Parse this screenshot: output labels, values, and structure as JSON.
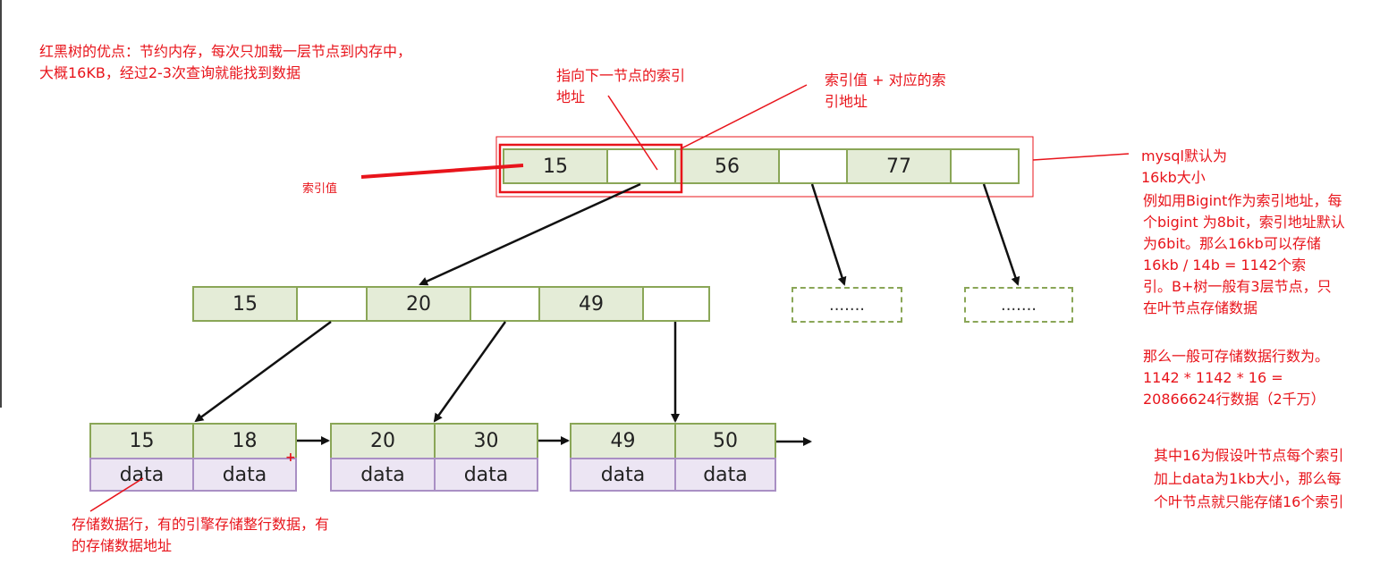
{
  "notes": {
    "top_left": [
      "红黑树的优点：节约内存，每次只加载一层节点到内存中，",
      "大概16KB，经过2-3次查询就能找到数据"
    ],
    "pointer_addr": [
      "指向下一节点的索引",
      "地址"
    ],
    "index_value_addr": [
      "索引值 + 对应的索",
      "引地址"
    ],
    "index_value": "索引值",
    "mysql_default": [
      "mysql默认为",
      "16kb大小"
    ],
    "calc": [
      "例如用Bigint作为索引地址，每",
      "个bigint 为8bit，索引地址默认",
      "为6bit。那么16kb可以存储",
      "16kb / 14b = 1142个索",
      "引。B+树一般有3层节点，只",
      "在叶节点存储数据",
      "",
      "那么一般可存储数据行数为。",
      "1142 * 1142 * 16 =",
      "20866624行数据（2千万）"
    ],
    "leaf_note": [
      "其中16为假设叶节点每个索引",
      "加上data为1kb大小，那么每",
      "个叶节点就只能存储16个索引"
    ],
    "data_row": [
      "存储数据行，有的引擎存储整行数据，有",
      "的存储数据地址"
    ],
    "plus": "+"
  },
  "tree": {
    "root_keys": [
      "15",
      "56",
      "77"
    ],
    "level2_keys": [
      "15",
      "20",
      "49"
    ],
    "placeholder": ".......",
    "leaf_keys": [
      "15",
      "18",
      "20",
      "30",
      "49",
      "50"
    ],
    "leaf_data": [
      "data",
      "data",
      "data",
      "data",
      "data",
      "data"
    ]
  },
  "colors": {
    "annotation": "#e8141b",
    "node_border": "#8aa657",
    "node_fill": "#e4ecd7",
    "data_border": "#a98fc4",
    "data_fill": "#ece5f3"
  }
}
